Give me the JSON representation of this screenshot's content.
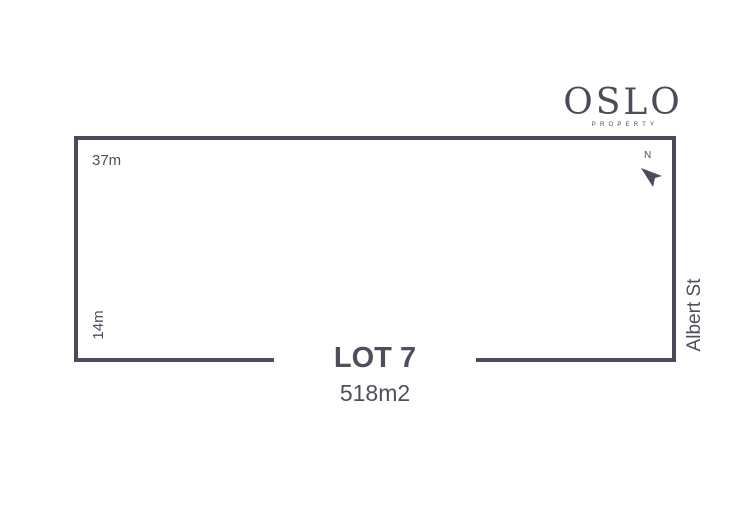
{
  "brand": {
    "name": "OSLO",
    "tagline": "PROPERTY"
  },
  "lot": {
    "title": "LOT 7",
    "area": "518m2",
    "frontage": "37m",
    "depth": "14m",
    "street": "Albert St"
  },
  "compass": {
    "label": "N",
    "icon": "north-arrow-icon"
  },
  "colors": {
    "boundary": "#4a4c5c",
    "text": "#4d4f5c",
    "logo": "#4a4c5c"
  }
}
